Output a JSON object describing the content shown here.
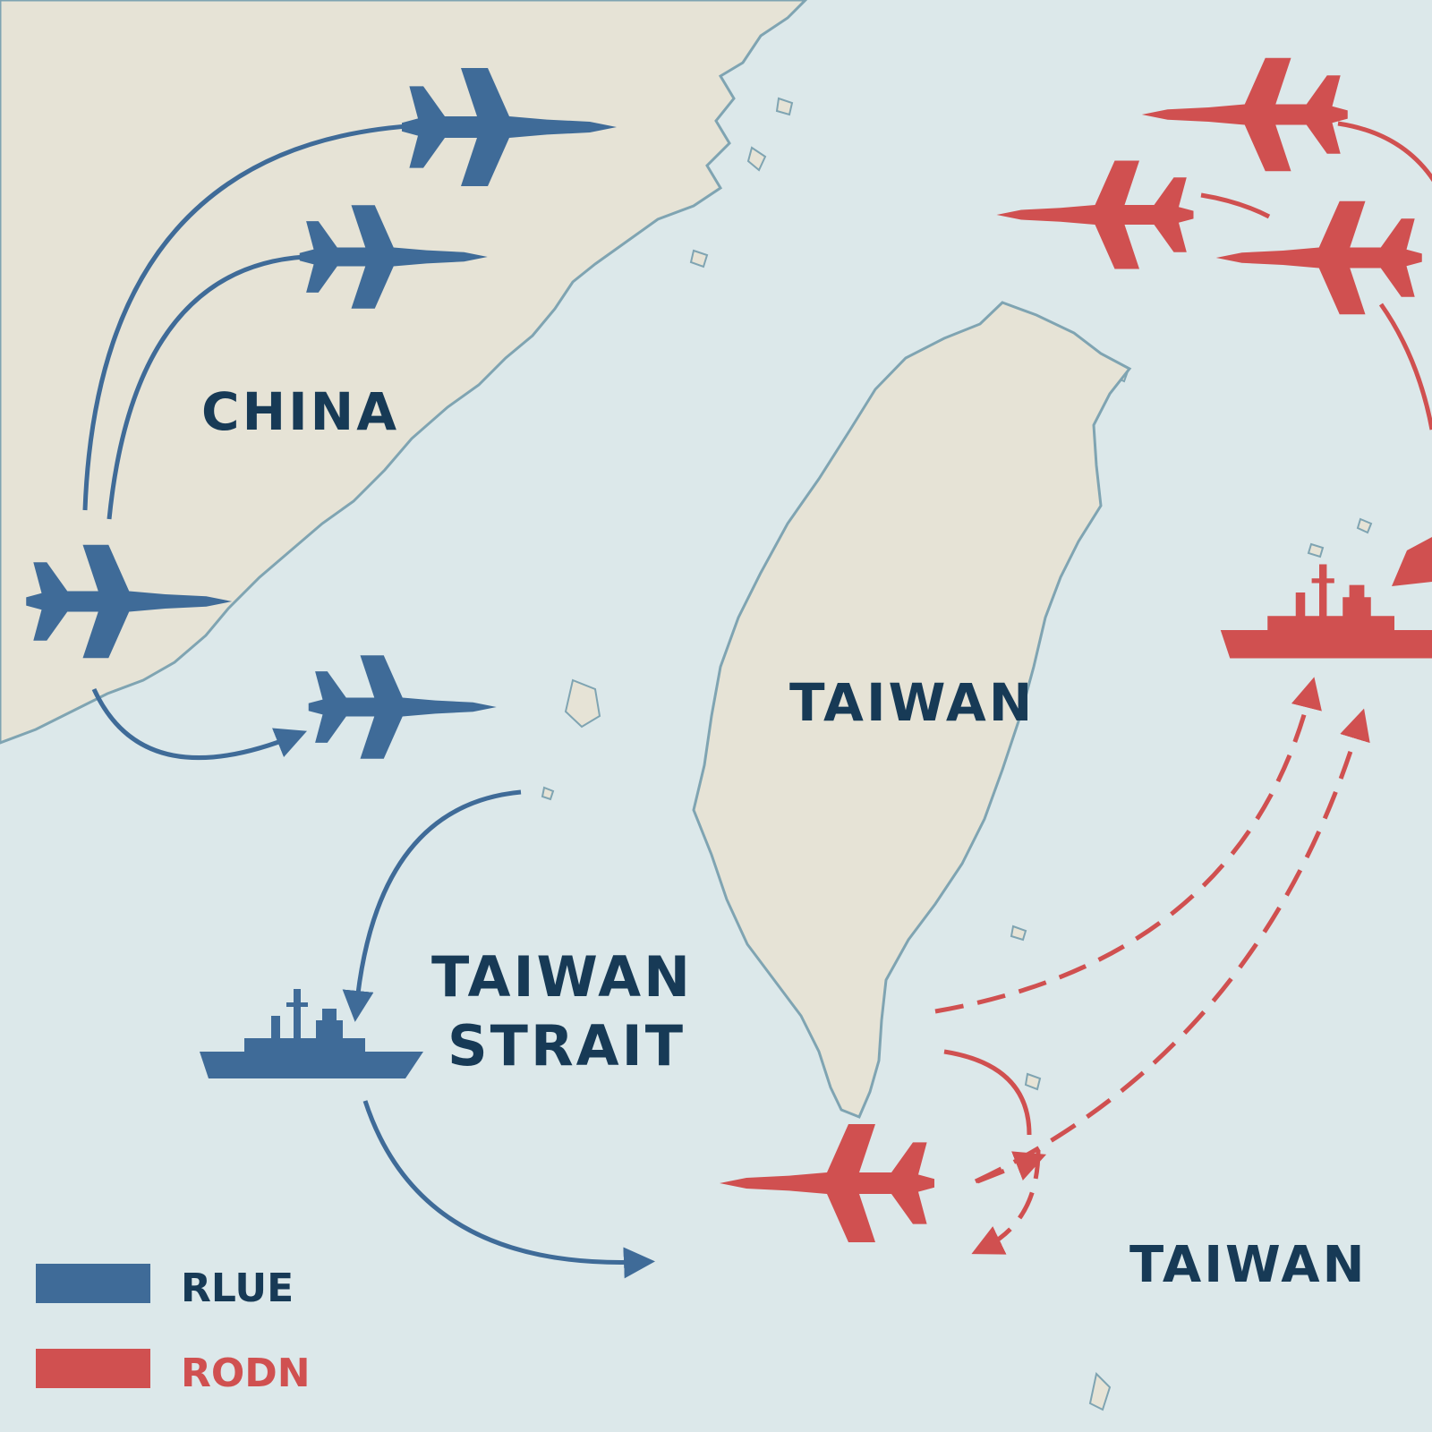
{
  "labels": {
    "china": "CHINA",
    "taiwan_island": "TAIWAN",
    "strait_line1": "TAIWAN",
    "strait_line2": "STRAIT",
    "taiwan_east": "TAIWAN"
  },
  "legend": [
    {
      "label": "RLUE",
      "color": "#3f6b98"
    },
    {
      "label": "RODN",
      "color": "#d05050"
    }
  ],
  "colors": {
    "sea": "#dce8ea",
    "land": "#e6e3d6",
    "coast": "#7fa4b2",
    "blue_force": "#3f6b98",
    "red_force": "#d05050",
    "label_text": "#173a56"
  },
  "icons": {
    "aircraft": "fighter-jet-icon",
    "ship": "warship-icon"
  }
}
